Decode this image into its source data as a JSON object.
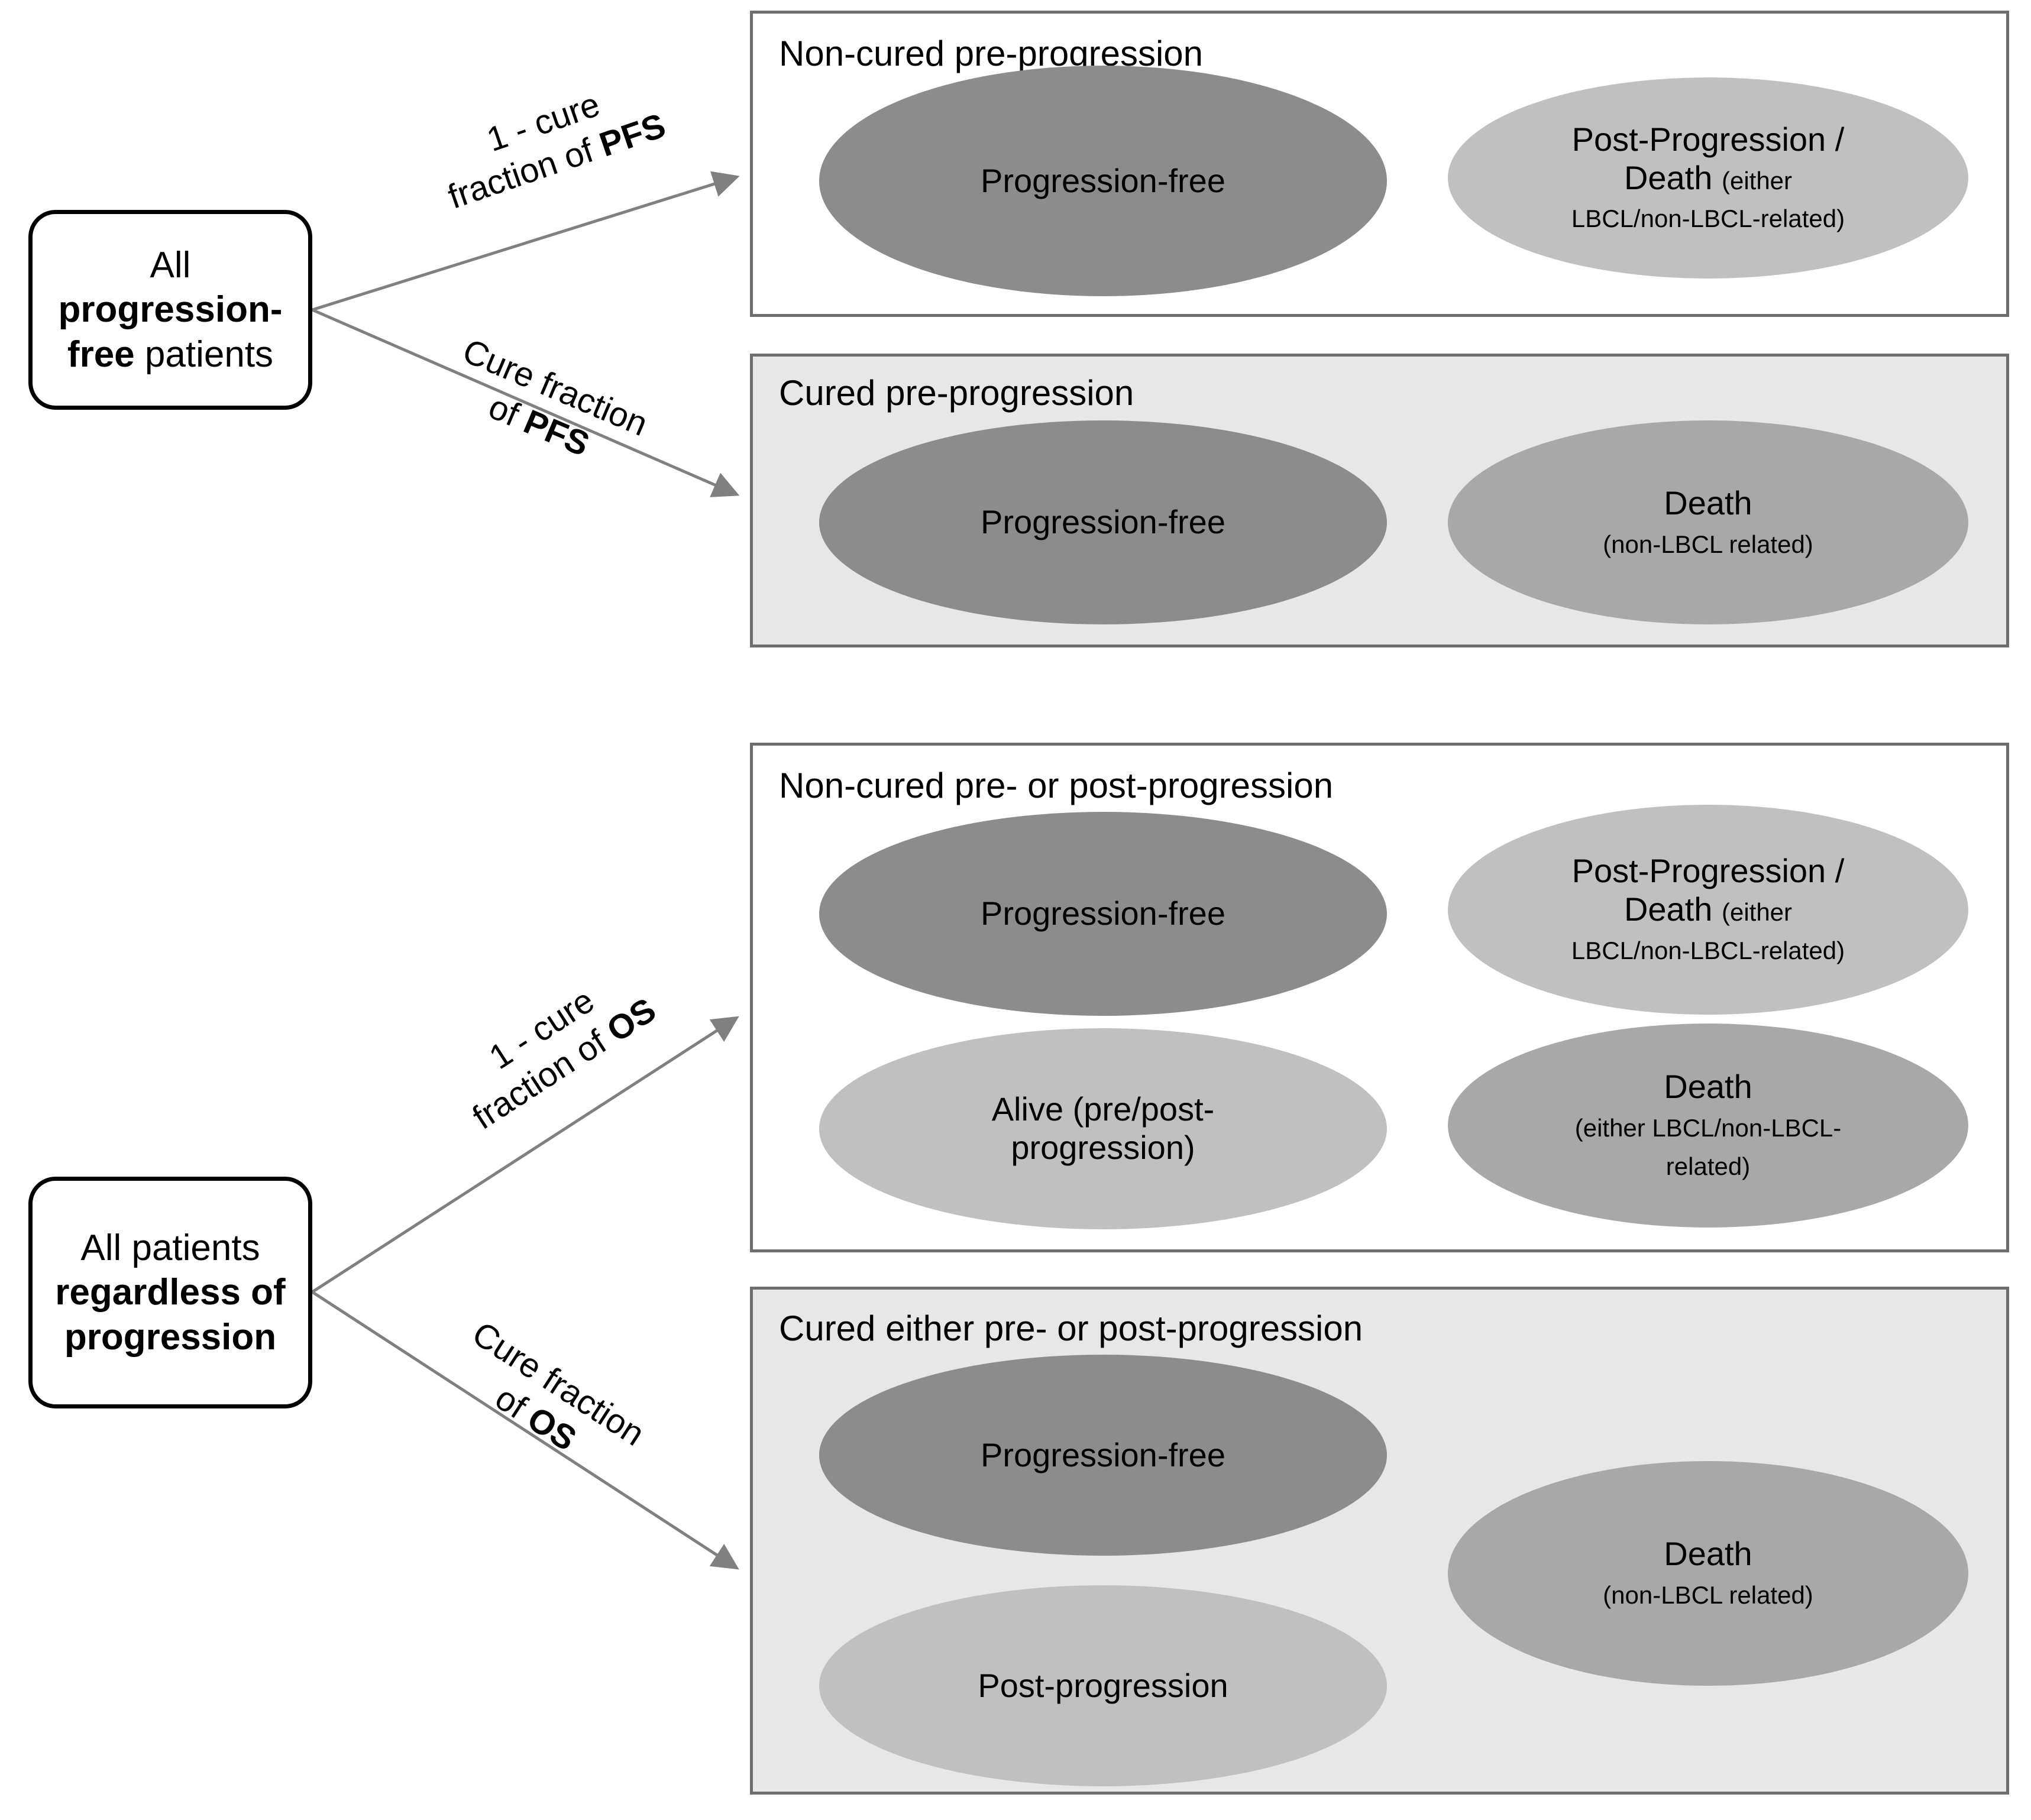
{
  "diagram": {
    "title": "Cure-fraction partitioned survival model structure",
    "colors": {
      "dark_ellipse": "#8c8c8c",
      "mid_ellipse": "#a8a8a8",
      "light_ellipse": "#c0c0c0",
      "panel_border": "#6e6e6e",
      "panel_shaded_bg": "#e7e7e7",
      "panel_white_bg": "#ffffff",
      "arrow": "#808080",
      "box_border": "#000000"
    }
  },
  "sources": [
    {
      "id": "all-progression-free",
      "line1_plain": "All ",
      "line1_bold": "progression-",
      "line2_bold": "free",
      "line2_plain": " patients"
    },
    {
      "id": "all-patients",
      "line1_plain": "All patients",
      "line2_bold": "regardless of",
      "line3_bold": "progression"
    }
  ],
  "edge_labels": [
    {
      "id": "pfs-noncure",
      "line1": "1 - cure",
      "line2_plain": "fraction of ",
      "line2_bold": "PFS"
    },
    {
      "id": "pfs-cure",
      "line1": "Cure fraction",
      "line2_plain": "of ",
      "line2_bold": "PFS"
    },
    {
      "id": "os-noncure",
      "line1": "1 - cure",
      "line2_plain": "fraction of ",
      "line2_bold": "OS"
    },
    {
      "id": "os-cure",
      "line1": "Cure fraction",
      "line2_plain": "of ",
      "line2_bold": "OS"
    }
  ],
  "panels": [
    {
      "id": "non-cured-pre-progression",
      "title": "Non-cured pre-progression",
      "shaded": false,
      "states": [
        {
          "id": "progression-free",
          "main": "Progression-free",
          "sub": "",
          "tone": "dark"
        },
        {
          "id": "post-progression-death",
          "main": "Post-Progression /",
          "main2": "Death ",
          "sub": "(either",
          "sub2": "LBCL/non-LBCL-related)",
          "tone": "light"
        }
      ]
    },
    {
      "id": "cured-pre-progression",
      "title": "Cured pre-progression",
      "shaded": true,
      "states": [
        {
          "id": "progression-free",
          "main": "Progression-free",
          "sub": "",
          "tone": "dark"
        },
        {
          "id": "death-non-lbcl",
          "main": "Death",
          "sub": "(non-LBCL related)",
          "tone": "mid"
        }
      ]
    },
    {
      "id": "non-cured-pre-or-post-progression",
      "title": "Non-cured pre- or post-progression",
      "shaded": false,
      "states": [
        {
          "id": "progression-free",
          "main": "Progression-free",
          "sub": "",
          "tone": "dark"
        },
        {
          "id": "post-progression-death",
          "main": "Post-Progression /",
          "main2": "Death ",
          "sub": "(either",
          "sub2": "LBCL/non-LBCL-related)",
          "tone": "light"
        },
        {
          "id": "alive-pre-post",
          "main": "Alive (pre/post-",
          "main2": "progression)",
          "sub": "",
          "tone": "light"
        },
        {
          "id": "death-either",
          "main": "Death",
          "sub": "(either LBCL/non-LBCL-",
          "sub2": "related)",
          "tone": "mid"
        }
      ]
    },
    {
      "id": "cured-either-pre-or-post-progression",
      "title": "Cured either pre- or post-progression",
      "shaded": true,
      "states": [
        {
          "id": "progression-free",
          "main": "Progression-free",
          "sub": "",
          "tone": "dark"
        },
        {
          "id": "post-progression",
          "main": "Post-progression",
          "sub": "",
          "tone": "light"
        },
        {
          "id": "death-non-lbcl",
          "main": "Death",
          "sub": "(non-LBCL related)",
          "tone": "mid"
        }
      ]
    }
  ]
}
